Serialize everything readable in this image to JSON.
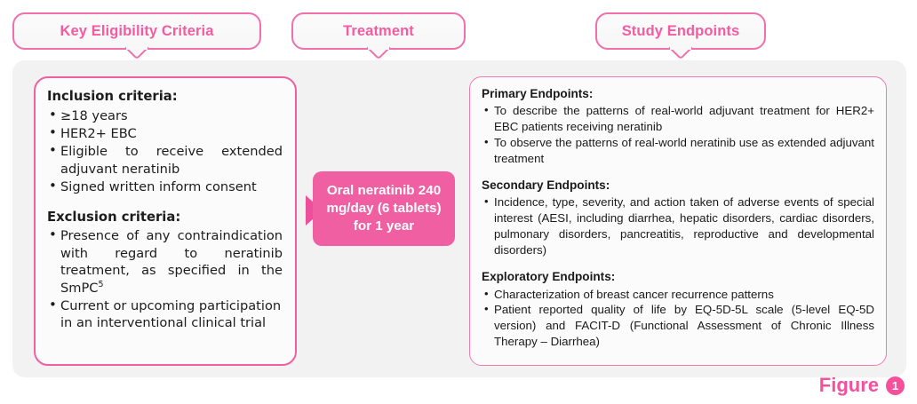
{
  "colors": {
    "accent_pink": "#ef5fa2",
    "tab_text_pink": "#f45ba0",
    "panel_grey": "#f2f2f2",
    "box_white": "#fbfbfb",
    "text": "#1a1a1a"
  },
  "tabs": {
    "key_eligibility": "Key Eligibility Criteria",
    "treatment": "Treatment",
    "study_endpoints": "Study Endpoints"
  },
  "criteria": {
    "inclusion_heading": "Inclusion criteria:",
    "inclusion_items": [
      "≥18 years",
      "HER2+ EBC",
      "Eligible to receive extended adjuvant neratinib",
      "Signed written inform consent"
    ],
    "exclusion_heading": "Exclusion criteria:",
    "exclusion_items": [
      "Presence of any contraindication with regard to neratinib treatment, as specified in the SmPC",
      "Current or upcoming participation in an interventional clinical trial"
    ],
    "exclusion_item_1_superscript": "5"
  },
  "treatment": {
    "text": "Oral neratinib 240 mg/day (6 tablets) for 1 year"
  },
  "endpoints": {
    "primary_heading": "Primary Endpoints:",
    "primary_items": [
      "To describe the patterns of real-world adjuvant treatment for HER2+ EBC patients receiving neratinib",
      "To observe the patterns of real-world neratinib use as extended adjuvant treatment"
    ],
    "secondary_heading": "Secondary Endpoints:",
    "secondary_items": [
      "Incidence, type, severity, and action taken of adverse events of special interest (AESI, including diarrhea, hepatic disorders, cardiac disorders, pulmonary disorders, pancreatitis, reproductive and developmental disorders)"
    ],
    "exploratory_heading": "Exploratory Endpoints:",
    "exploratory_items": [
      "Characterization of breast cancer recurrence patterns",
      "Patient reported quality of life by EQ-5D-5L scale (5-level EQ-5D version) and FACIT-D (Functional Assessment of Chronic Illness Therapy – Diarrhea)"
    ]
  },
  "figure": {
    "label": "Figure",
    "number": "1"
  }
}
